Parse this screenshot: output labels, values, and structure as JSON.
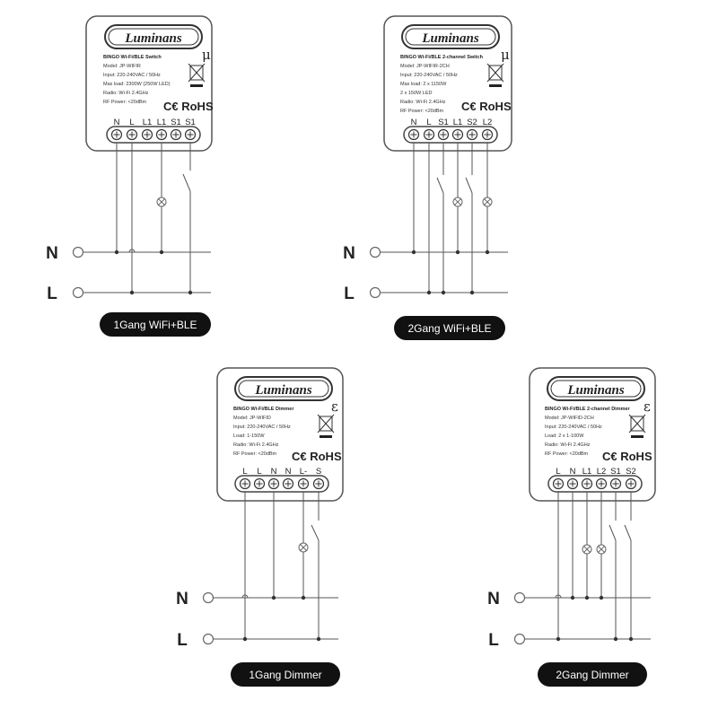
{
  "diagrams": [
    {
      "id": "1gang-wifi",
      "caption": "1Gang WiFi+BLE",
      "brand": "Luminans",
      "product_title": "BINGO Wi-Fi/BLE Switch",
      "specs": [
        "Model: JP-WIFIR",
        "Input: 220-240VAC / 50Hz",
        "Max load: 2300W (250W LED)",
        "Radio: Wi-Fi 2.4GHz",
        "RF Power: <20dBm"
      ],
      "mark_symbol": "μ",
      "cert": "C€ RoHS",
      "terminals": [
        "N",
        "L",
        "L1",
        "L1",
        "S1",
        "S1"
      ],
      "line_labels": [
        "N",
        "L"
      ]
    },
    {
      "id": "2gang-wifi",
      "caption": "2Gang WiFi+BLE",
      "brand": "Luminans",
      "product_title": "BINGO Wi-Fi/BLE 2-channel Switch",
      "specs": [
        "Model: JP-WIFIR-2CH",
        "Input: 220-240VAC / 50Hz",
        "Max load: 2 x 1150W",
        "            2 x 150W LED",
        "Radio: Wi-Fi 2.4GHz",
        "RF Power: <20dBm"
      ],
      "mark_symbol": "μ",
      "cert": "C€ RoHS",
      "terminals": [
        "N",
        "L",
        "S1",
        "L1",
        "S2",
        "L2"
      ],
      "line_labels": [
        "N",
        "L"
      ]
    },
    {
      "id": "1gang-dimmer",
      "caption": "1Gang Dimmer",
      "brand": "Luminans",
      "product_title": "BINGO Wi-Fi/BLE Dimmer",
      "specs": [
        "Model: JP-WIFID",
        "Input: 220-240VAC / 50Hz",
        "Load: 1-150W",
        "Radio: Wi-Fi 2.4GHz",
        "RF Power: <20dBm"
      ],
      "mark_symbol": "ε",
      "cert": "C€ RoHS",
      "terminals": [
        "L",
        "L",
        "N",
        "N",
        "L-",
        "S"
      ],
      "line_labels": [
        "N",
        "L"
      ]
    },
    {
      "id": "2gang-dimmer",
      "caption": "2Gang Dimmer",
      "brand": "Luminans",
      "product_title": "BINGO Wi-Fi/BLE 2-channel Dimmer",
      "specs": [
        "Model: JP-WIFID-2CH",
        "Input: 220-240VAC / 50Hz",
        "Load: 2 x 1-100W",
        "Radio: Wi-Fi 2.4GHz",
        "RF Power: <20dBm"
      ],
      "mark_symbol": "ε",
      "cert": "C€ RoHS",
      "terminals": [
        "L",
        "N",
        "L1",
        "L2",
        "S1",
        "S2"
      ],
      "line_labels": [
        "N",
        "L"
      ]
    }
  ]
}
